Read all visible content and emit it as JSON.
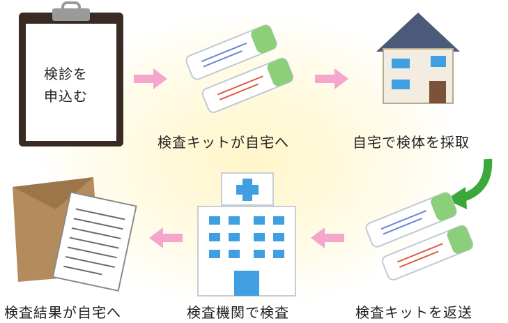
{
  "steps": {
    "apply": {
      "note_line1": "検診を",
      "note_line2": "申込む"
    },
    "kit_home": {
      "label": "検査キットが自宅へ"
    },
    "sample": {
      "label": "自宅で検体を採取"
    },
    "return": {
      "label": "検査キットを返送"
    },
    "lab": {
      "label": "検査機関で検査"
    },
    "result": {
      "label": "検査結果が自宅へ"
    }
  },
  "colors": {
    "arrow_pink": "#f4a6cc",
    "arrow_green": "#3aa83a",
    "kit_cap_green": "#8ccf7a",
    "hospital_window": "#3f9fe0",
    "house_roof": "#4a5a78",
    "clipboard_board": "#3a2a24"
  }
}
